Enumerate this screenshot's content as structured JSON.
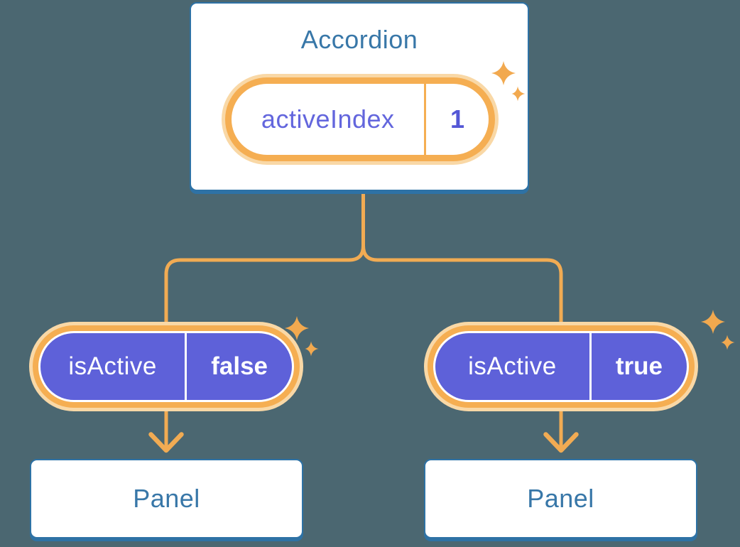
{
  "colors": {
    "background": "#4B6771",
    "card-border": "#2E72A5",
    "heading-blue": "#3877A8",
    "accent-orange": "#F1AB53",
    "ring-orange": "#F5AE52",
    "glow-orange": "#F9D8A6",
    "sparkle-orange": "#F2A94F",
    "pill-purple": "#5E61D9",
    "label-purple": "#6366DD",
    "value-purple": "#5457D6"
  },
  "diagram": {
    "root": {
      "title": "Accordion",
      "state": {
        "label": "activeIndex",
        "value": "1"
      }
    },
    "children": [
      {
        "prop": {
          "label": "isActive",
          "value": "false"
        },
        "component": {
          "title": "Panel"
        }
      },
      {
        "prop": {
          "label": "isActive",
          "value": "true"
        },
        "component": {
          "title": "Panel"
        }
      }
    ]
  },
  "icons": {
    "sparkle": "sparkle-icon"
  }
}
